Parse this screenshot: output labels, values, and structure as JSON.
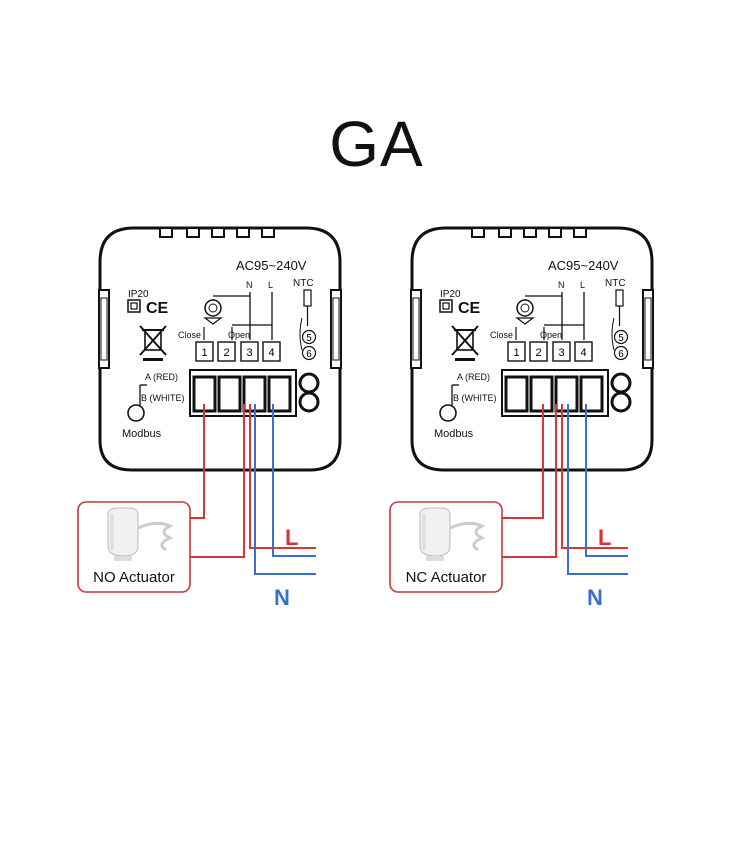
{
  "title": "GA",
  "colors": {
    "live": "#d6363a",
    "neutral": "#3a6fd0",
    "outline": "#111111",
    "actuator_box": "#c43a3f"
  },
  "diagrams": [
    {
      "id": "no",
      "supply_label": "AC95~240V",
      "n_label": "N",
      "l_label": "L",
      "ntc_label": "NTC",
      "ip_label": "IP20",
      "ce_label": "CE",
      "close_label": "Close",
      "open_label": "Open",
      "terminals": [
        "1",
        "2",
        "3",
        "4"
      ],
      "ntc_terminals": [
        "5",
        "6"
      ],
      "a_label": "A (RED)",
      "b_label": "B (WHITE)",
      "modbus_label": "Modbus",
      "actuator_label": "NO Actuator",
      "live_label": "L",
      "neutral_label": "N"
    },
    {
      "id": "nc",
      "supply_label": "AC95~240V",
      "n_label": "N",
      "l_label": "L",
      "ntc_label": "NTC",
      "ip_label": "IP20",
      "ce_label": "CE",
      "close_label": "Close",
      "open_label": "Open",
      "terminals": [
        "1",
        "2",
        "3",
        "4"
      ],
      "ntc_terminals": [
        "5",
        "6"
      ],
      "a_label": "A (RED)",
      "b_label": "B (WHITE)",
      "modbus_label": "Modbus",
      "actuator_label": "NC Actuator",
      "live_label": "L",
      "neutral_label": "N"
    }
  ]
}
